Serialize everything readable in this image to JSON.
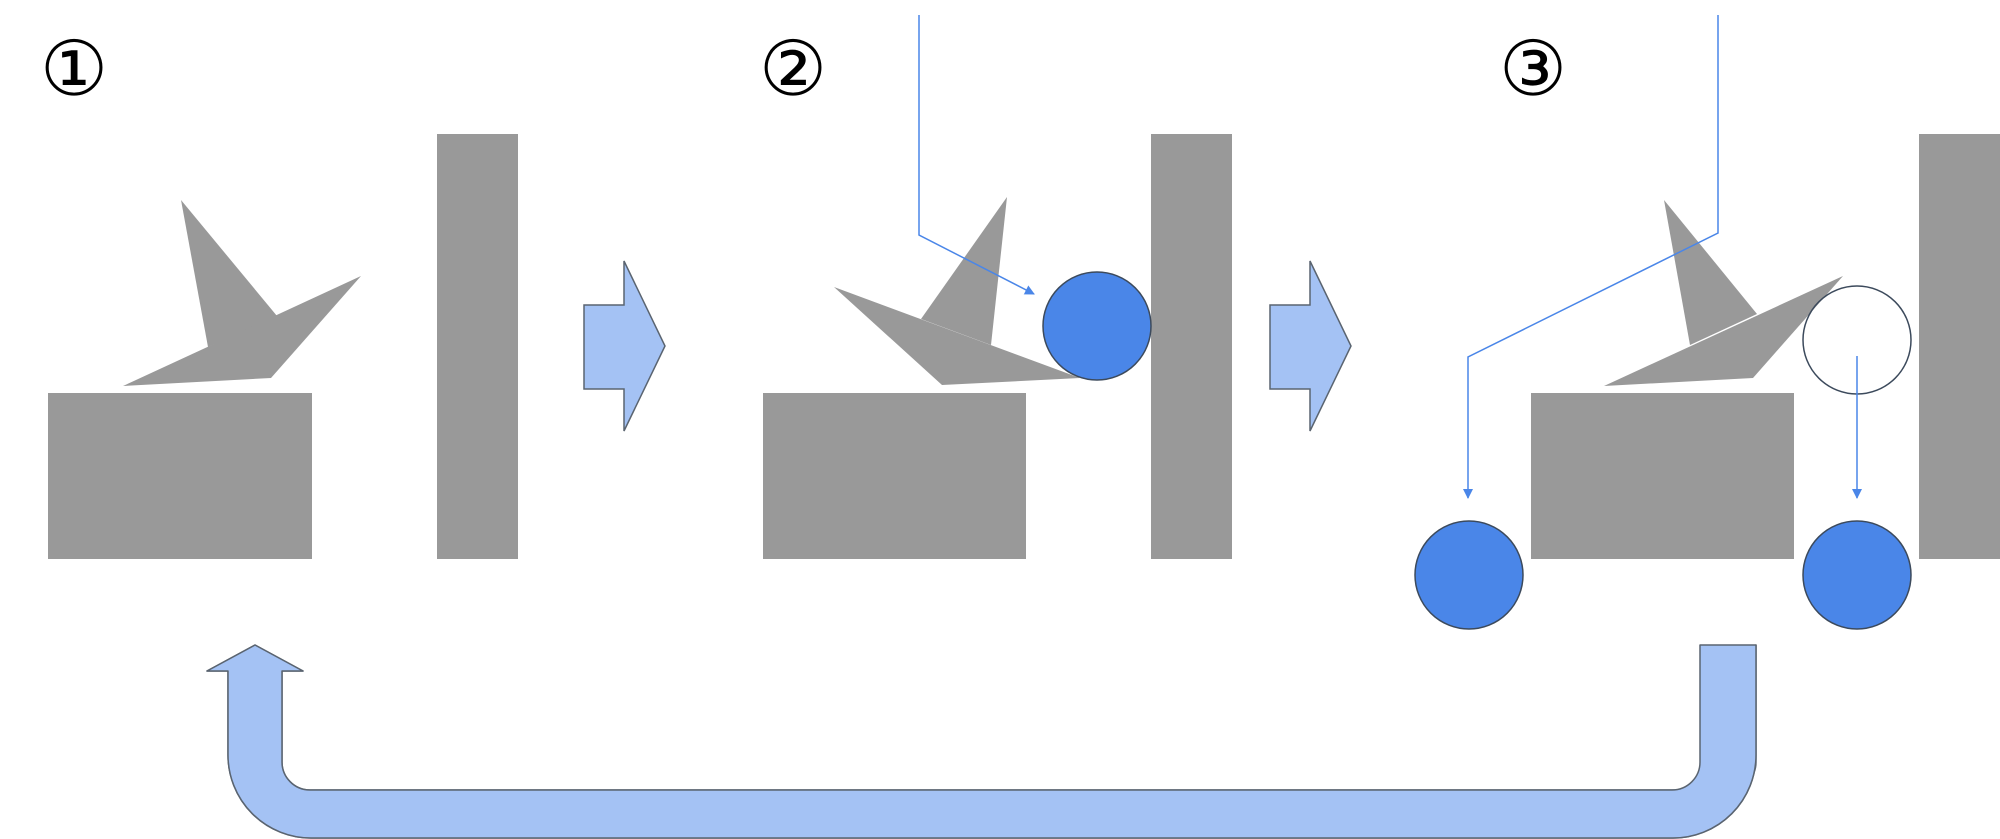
{
  "steps": [
    {
      "label": "①"
    },
    {
      "label": "②"
    },
    {
      "label": "③"
    }
  ],
  "colors": {
    "machine_gray": "#999999",
    "ball_blue": "#4a86e8",
    "arrow_fill": "#a4c2f4",
    "arrow_stroke": "#5a6470",
    "guide_line": "#4a86e8",
    "outline": "#3c4a5c"
  },
  "icons": {
    "step_arrow": "right-block-arrow-icon",
    "return_arrow": "u-turn-return-arrow-icon",
    "ball": "ball-circle-icon"
  }
}
